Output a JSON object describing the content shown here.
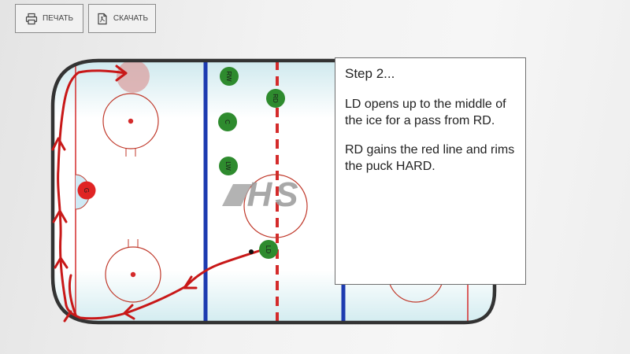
{
  "toolbar": {
    "print_label": "ПЕЧАТЬ",
    "download_label": "СКАЧАТЬ",
    "print_icon": "printer-icon",
    "download_icon": "pdf-file-icon"
  },
  "panel": {
    "title": "Step 2...",
    "paragraph1": "LD opens up to the middle of the ice for a pass from RD.",
    "paragraph2": "RD gains the red line and rims the puck HARD."
  },
  "watermark": "HS",
  "players": {
    "rw": "RW",
    "c": "C",
    "lw": "LW",
    "rd": "RD",
    "ld": "LD",
    "goalie": "G"
  },
  "colors": {
    "ice": "#ffffff",
    "blue_line": "#1d3bb0",
    "red_line": "#d42b2b",
    "player_green": "#2e8b2e",
    "goalie_red": "#e02424",
    "arrow_red": "#c81818",
    "board": "#333333"
  }
}
